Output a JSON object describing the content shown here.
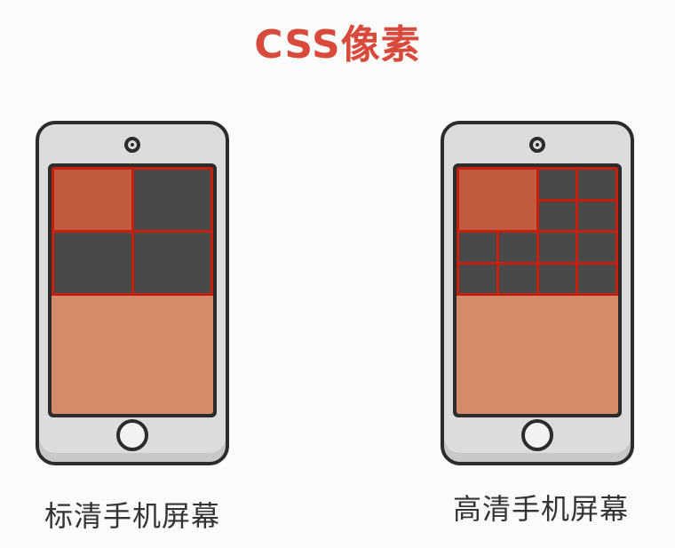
{
  "title": "CSS像素",
  "phones": [
    {
      "label": "标清手机屏幕",
      "grid": {
        "cols": 2,
        "rows": 2,
        "highlighted_cells": 1
      }
    },
    {
      "label": "高清手机屏幕",
      "grid": {
        "cols": 4,
        "rows": 4,
        "highlighted_cells": 4
      }
    }
  ],
  "colors": {
    "title": "#d84a3c",
    "grid_border": "#c51f10",
    "pixel_dark": "#4a4949",
    "pixel_highlight": "#c15a3e",
    "screen_fill": "#d58a6a",
    "phone_body": "#dcdcdc",
    "phone_outline": "#2c2c2c"
  }
}
